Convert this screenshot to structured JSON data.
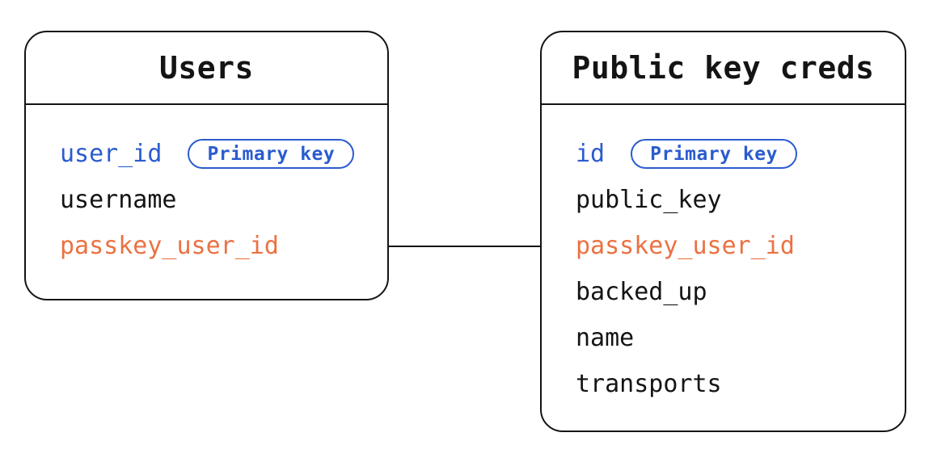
{
  "diagram": {
    "colors": {
      "blue": "#2b5cce",
      "orange": "#eb7142",
      "ink": "#141414",
      "background": "#ffffff"
    },
    "tables": [
      {
        "title": "Users",
        "fields": [
          {
            "label": "user_id",
            "role": "primary-key",
            "badge": "Primary key"
          },
          {
            "label": "username",
            "role": "column"
          },
          {
            "label": "passkey_user_id",
            "role": "foreign-key"
          }
        ]
      },
      {
        "title": "Public key creds",
        "fields": [
          {
            "label": "id",
            "role": "primary-key",
            "badge": "Primary key"
          },
          {
            "label": "public_key",
            "role": "column"
          },
          {
            "label": "passkey_user_id",
            "role": "foreign-key"
          },
          {
            "label": "backed_up",
            "role": "column"
          },
          {
            "label": "name",
            "role": "column"
          },
          {
            "label": "transports",
            "role": "column"
          }
        ]
      }
    ],
    "connector": {
      "from_table": "Users",
      "from_field": "passkey_user_id",
      "to_table": "Public key creds",
      "to_field": "passkey_user_id"
    }
  }
}
